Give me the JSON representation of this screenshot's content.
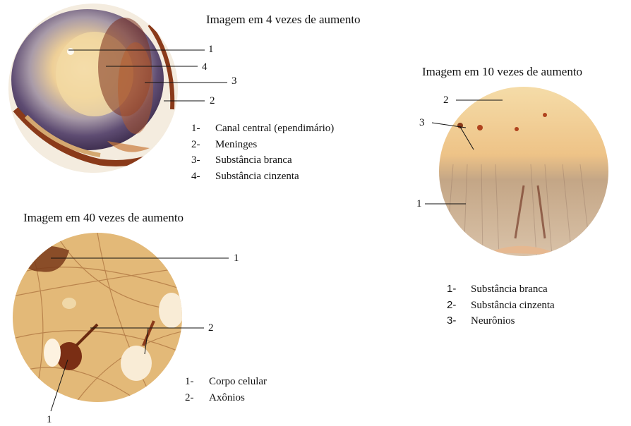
{
  "panel_4x": {
    "title": "Imagem em 4 vezes de aumento",
    "callouts": [
      "1",
      "4",
      "3",
      "2"
    ],
    "legend": [
      {
        "num": "1-",
        "text": "Canal central (ependimário)"
      },
      {
        "num": "2-",
        "text": "Meninges"
      },
      {
        "num": "3-",
        "text": "Substância branca"
      },
      {
        "num": "4-",
        "text": "Substância cinzenta"
      }
    ]
  },
  "panel_10x": {
    "title": "Imagem em 10 vezes de aumento",
    "callouts": [
      "2",
      "3",
      "1"
    ],
    "legend": [
      {
        "num": "1-",
        "text": "Substância branca"
      },
      {
        "num": "2-",
        "text": "Substância cinzenta"
      },
      {
        "num": "3-",
        "text": "Neurônios"
      }
    ]
  },
  "panel_40x": {
    "title": "Imagem em 40 vezes de aumento",
    "callouts": [
      "1",
      "2",
      "1"
    ],
    "legend": [
      {
        "num": "1-",
        "text": "Corpo celular"
      },
      {
        "num": "2-",
        "text": "Axônios"
      }
    ]
  },
  "colors": {
    "tissue_tan": "#e8c48a",
    "grey_matter_purple": "#6a587a",
    "stain_brown": "#8a3a1a",
    "fiber_gold": "#d9a95a"
  }
}
